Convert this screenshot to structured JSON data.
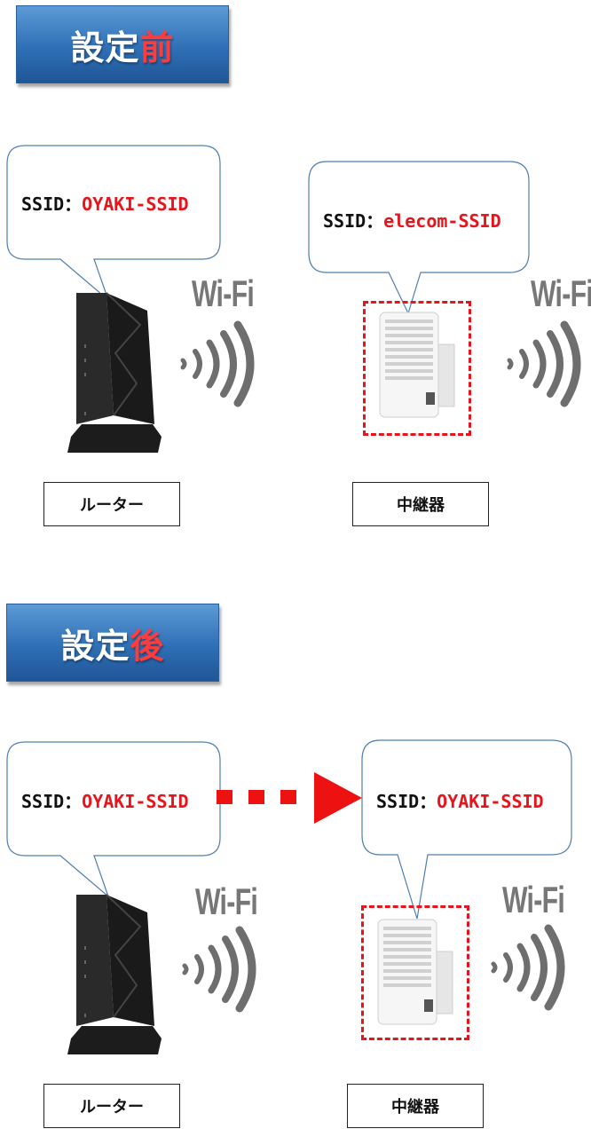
{
  "sections": [
    {
      "title_main": "設定",
      "title_accent": "前",
      "router_ssid_key": "SSID：",
      "router_ssid_value": "OYAKI-SSID",
      "repeater_ssid_key": "SSID：",
      "repeater_ssid_value": "elecom-SSID",
      "router_wifi": "Wi-Fi",
      "repeater_wifi": "Wi-Fi",
      "router_label": "ルーター",
      "repeater_label": "中継器"
    },
    {
      "title_main": "設定",
      "title_accent": "後",
      "router_ssid_key": "SSID：",
      "router_ssid_value": "OYAKI-SSID",
      "repeater_ssid_key": "SSID：",
      "repeater_ssid_value": "OYAKI-SSID",
      "router_wifi": "Wi-Fi",
      "repeater_wifi": "Wi-Fi",
      "router_label": "ルーター",
      "repeater_label": "中継器"
    }
  ],
  "colors": {
    "accent_red": "#e8141c",
    "banner_blue": "#2f6fb5",
    "wifi_gray": "#777777"
  }
}
